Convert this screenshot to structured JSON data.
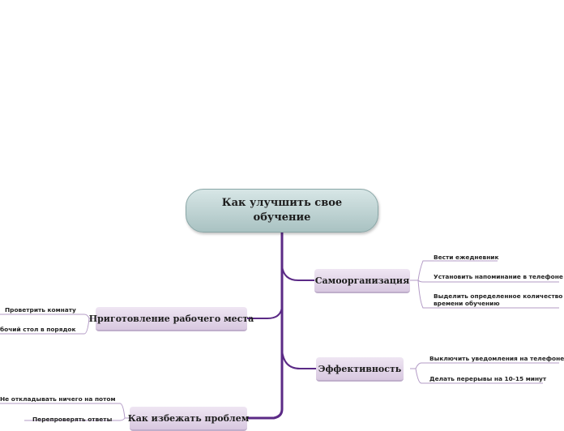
{
  "central": {
    "title": "Как улучшить свое обучение"
  },
  "branches": {
    "self_org": {
      "label": "Самоорганизация",
      "leaves": [
        "Вести ежедневник",
        "Установить напоминание в телефоне",
        "Выделить определенное количество",
        "времени обучению"
      ]
    },
    "efficiency": {
      "label": "Эффективность",
      "leaves": [
        "Выключить уведомления на телефоне",
        "Делать перерывы на 10-15 минут"
      ]
    },
    "workplace": {
      "label": "Приготовление рабочего места",
      "leaves": [
        "Проветрить комнату",
        "бочий стол в порядок"
      ]
    },
    "avoid": {
      "label": "Как избежать проблем",
      "leaves": [
        "Не откладывать ничего на потом",
        "Перепроверять ответы"
      ]
    }
  },
  "colors": {
    "trunk": "#5b2a86",
    "connector": "#b39bc6",
    "node_fill": "#e3d6ea",
    "central_fill": "#c4d8d8"
  }
}
